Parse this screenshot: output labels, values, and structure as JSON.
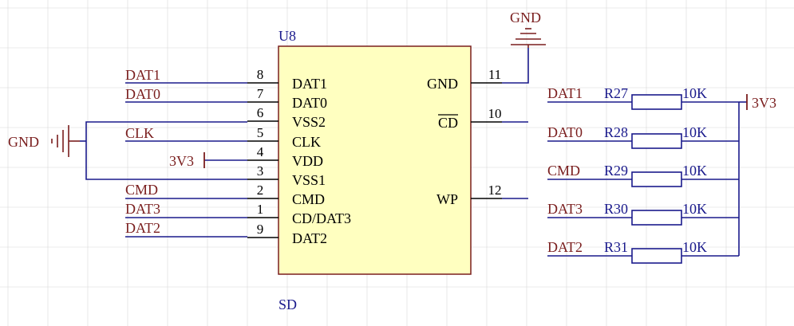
{
  "component": {
    "designator": "U8",
    "value": "SD",
    "left_pins": [
      {
        "num": "8",
        "name": "DAT1"
      },
      {
        "num": "7",
        "name": "DAT0"
      },
      {
        "num": "6",
        "name": "VSS2"
      },
      {
        "num": "5",
        "name": "CLK"
      },
      {
        "num": "4",
        "name": "VDD"
      },
      {
        "num": "3",
        "name": "VSS1"
      },
      {
        "num": "2",
        "name": "CMD"
      },
      {
        "num": "1",
        "name": "CD/DAT3"
      },
      {
        "num": "9",
        "name": "DAT2"
      }
    ],
    "right_pins": [
      {
        "num": "11",
        "name": "GND"
      },
      {
        "num": "10",
        "name": "CD"
      },
      {
        "num": "12",
        "name": "WP"
      }
    ]
  },
  "left_nets": {
    "dat1": "DAT1",
    "dat0": "DAT0",
    "clk": "CLK",
    "cmd": "CMD",
    "dat3": "DAT3",
    "dat2": "DAT2",
    "gnd": "GND",
    "power": "3V3"
  },
  "top_ground": "GND",
  "pullups": {
    "power_label": "3V3",
    "items": [
      {
        "net": "DAT1",
        "ref": "R27",
        "value": "10K"
      },
      {
        "net": "DAT0",
        "ref": "R28",
        "value": "10K"
      },
      {
        "net": "CMD",
        "ref": "R29",
        "value": "10K"
      },
      {
        "net": "DAT3",
        "ref": "R30",
        "value": "10K"
      },
      {
        "net": "DAT2",
        "ref": "R31",
        "value": "10K"
      }
    ]
  },
  "colors": {
    "background": "#ffffff",
    "grid": "#d8d8d8",
    "body_fill": "#ffffc0",
    "body_stroke": "#7a1e1e",
    "wire": "#1a1a8c",
    "pin": "#000000",
    "net_label": "#7a1e1e",
    "designator": "#1a1a8c",
    "power": "#7a1e1e",
    "text": "#000000"
  }
}
